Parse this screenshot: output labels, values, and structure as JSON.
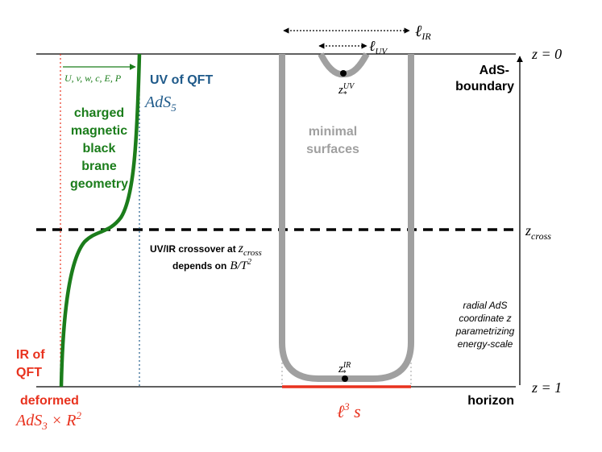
{
  "colors": {
    "green": "#1b7d1b",
    "blue": "#1f5a8a",
    "red": "#e8321e",
    "gray": "#a0a0a0",
    "black": "#000000"
  },
  "labels": {
    "ell_ir": "ℓ",
    "ell_ir_sub": "IR",
    "ell_uv": "ℓ",
    "ell_uv_sub": "UV",
    "z_zero": "z = 0",
    "z_one": "z = 1",
    "ads_boundary_1": "AdS-",
    "ads_boundary_2": "boundary",
    "horizon": "horizon",
    "uv_of_qft": "UV of QFT",
    "ads5_main": "AdS",
    "ads5_sub": "5",
    "vars": "U, v, w, c, E, P",
    "charged_1": "charged",
    "charged_2": "magnetic",
    "charged_3": "black",
    "charged_4": "brane",
    "charged_5": "geometry",
    "minimal_1": "minimal",
    "minimal_2": "surfaces",
    "zuv_main": "z",
    "zuv_sub": "*",
    "zuv_sup": "UV",
    "zir_main": "z",
    "zir_sub": "*",
    "zir_sup": "IR",
    "zcross_main": "z",
    "zcross_sub": "cross",
    "crossover_1": "UV/IR crossover at",
    "crossover_z": "z",
    "crossover_zsub": "cross",
    "crossover_2": "depends on",
    "crossover_bt": "B/T",
    "crossover_exp": "2",
    "radial_1": "radial AdS",
    "radial_2": "coordinate z",
    "radial_3": "parametrizing",
    "radial_4": "energy-scale",
    "ir_qft_1": "IR of",
    "ir_qft_2": "QFT",
    "deformed": "deformed",
    "ads3_main": "AdS",
    "ads3_sub": "3",
    "ads3_rest": " × R",
    "ads3_sup": "2",
    "ell3s_main": "ℓ",
    "ell3s_sup": "3",
    "ell3s_rest": " s"
  }
}
